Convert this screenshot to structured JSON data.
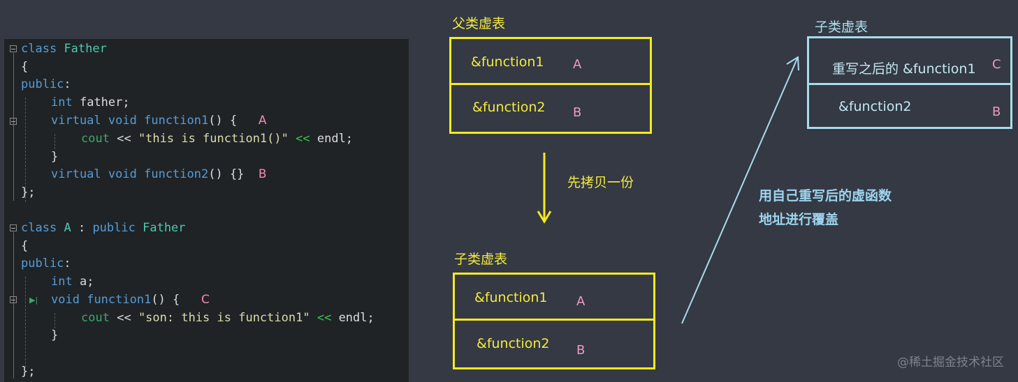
{
  "code": {
    "l1": {
      "kw": "class",
      "name": "Father"
    },
    "l2": {
      "text": "{"
    },
    "l3": {
      "kw": "public",
      "colon": ":"
    },
    "l4": {
      "type": "int",
      "rest": "father;"
    },
    "l5": {
      "kw1": "virtual",
      "kw2": "void",
      "fn": "function1",
      "rest": "() {",
      "marker": "A"
    },
    "l6": {
      "stream": "cout",
      "op": "<<",
      "str": "\"this is function1()\"",
      "op2": "<<",
      "end": "endl;"
    },
    "l7": {
      "text": "}"
    },
    "l8": {
      "kw1": "virtual",
      "kw2": "void",
      "fn": "function2",
      "rest": "() {}",
      "marker": "B"
    },
    "l9": {
      "text": "};"
    },
    "l10": {
      "kw": "class",
      "name": "A",
      "sep": ":",
      "kw2": "public",
      "base": "Father"
    },
    "l11": {
      "text": "{"
    },
    "l12": {
      "kw": "public",
      "colon": ":"
    },
    "l13": {
      "type": "int",
      "rest": "a;"
    },
    "l14": {
      "kw": "void",
      "fn": "function1",
      "rest": "() {",
      "marker": "C"
    },
    "l15": {
      "stream": "cout",
      "op": "<<",
      "str": "\"son: this is function1\"",
      "op2": "<<",
      "end": "endl;"
    },
    "l16": {
      "text": "}"
    },
    "l17": {
      "text": "};"
    }
  },
  "diagram": {
    "father_vtable": {
      "title": "父类虚表",
      "rows": [
        {
          "label": "&function1",
          "marker": "A"
        },
        {
          "label": "&function2",
          "marker": "B"
        }
      ]
    },
    "copy_note": "先拷贝一份",
    "child_vtable_copy": {
      "title": "子类虚表",
      "rows": [
        {
          "label": "&function1",
          "marker": "A"
        },
        {
          "label": "&function2",
          "marker": "B"
        }
      ]
    },
    "override_note": [
      "用自己重写后的虚函数",
      "地址进行覆盖"
    ],
    "child_vtable_final": {
      "title": "子类虚表",
      "rows": [
        {
          "label": "重写之后的 &function1",
          "marker": "C"
        },
        {
          "label": "&function2",
          "marker": "B"
        }
      ]
    }
  },
  "watermark": "@稀土掘金技术社区",
  "colors": {
    "background": "#343944",
    "code_background": "#1f2326",
    "yellow": "#f5ea21",
    "cyan": "#a9dcec",
    "marker_pink": "#f09ac0"
  }
}
